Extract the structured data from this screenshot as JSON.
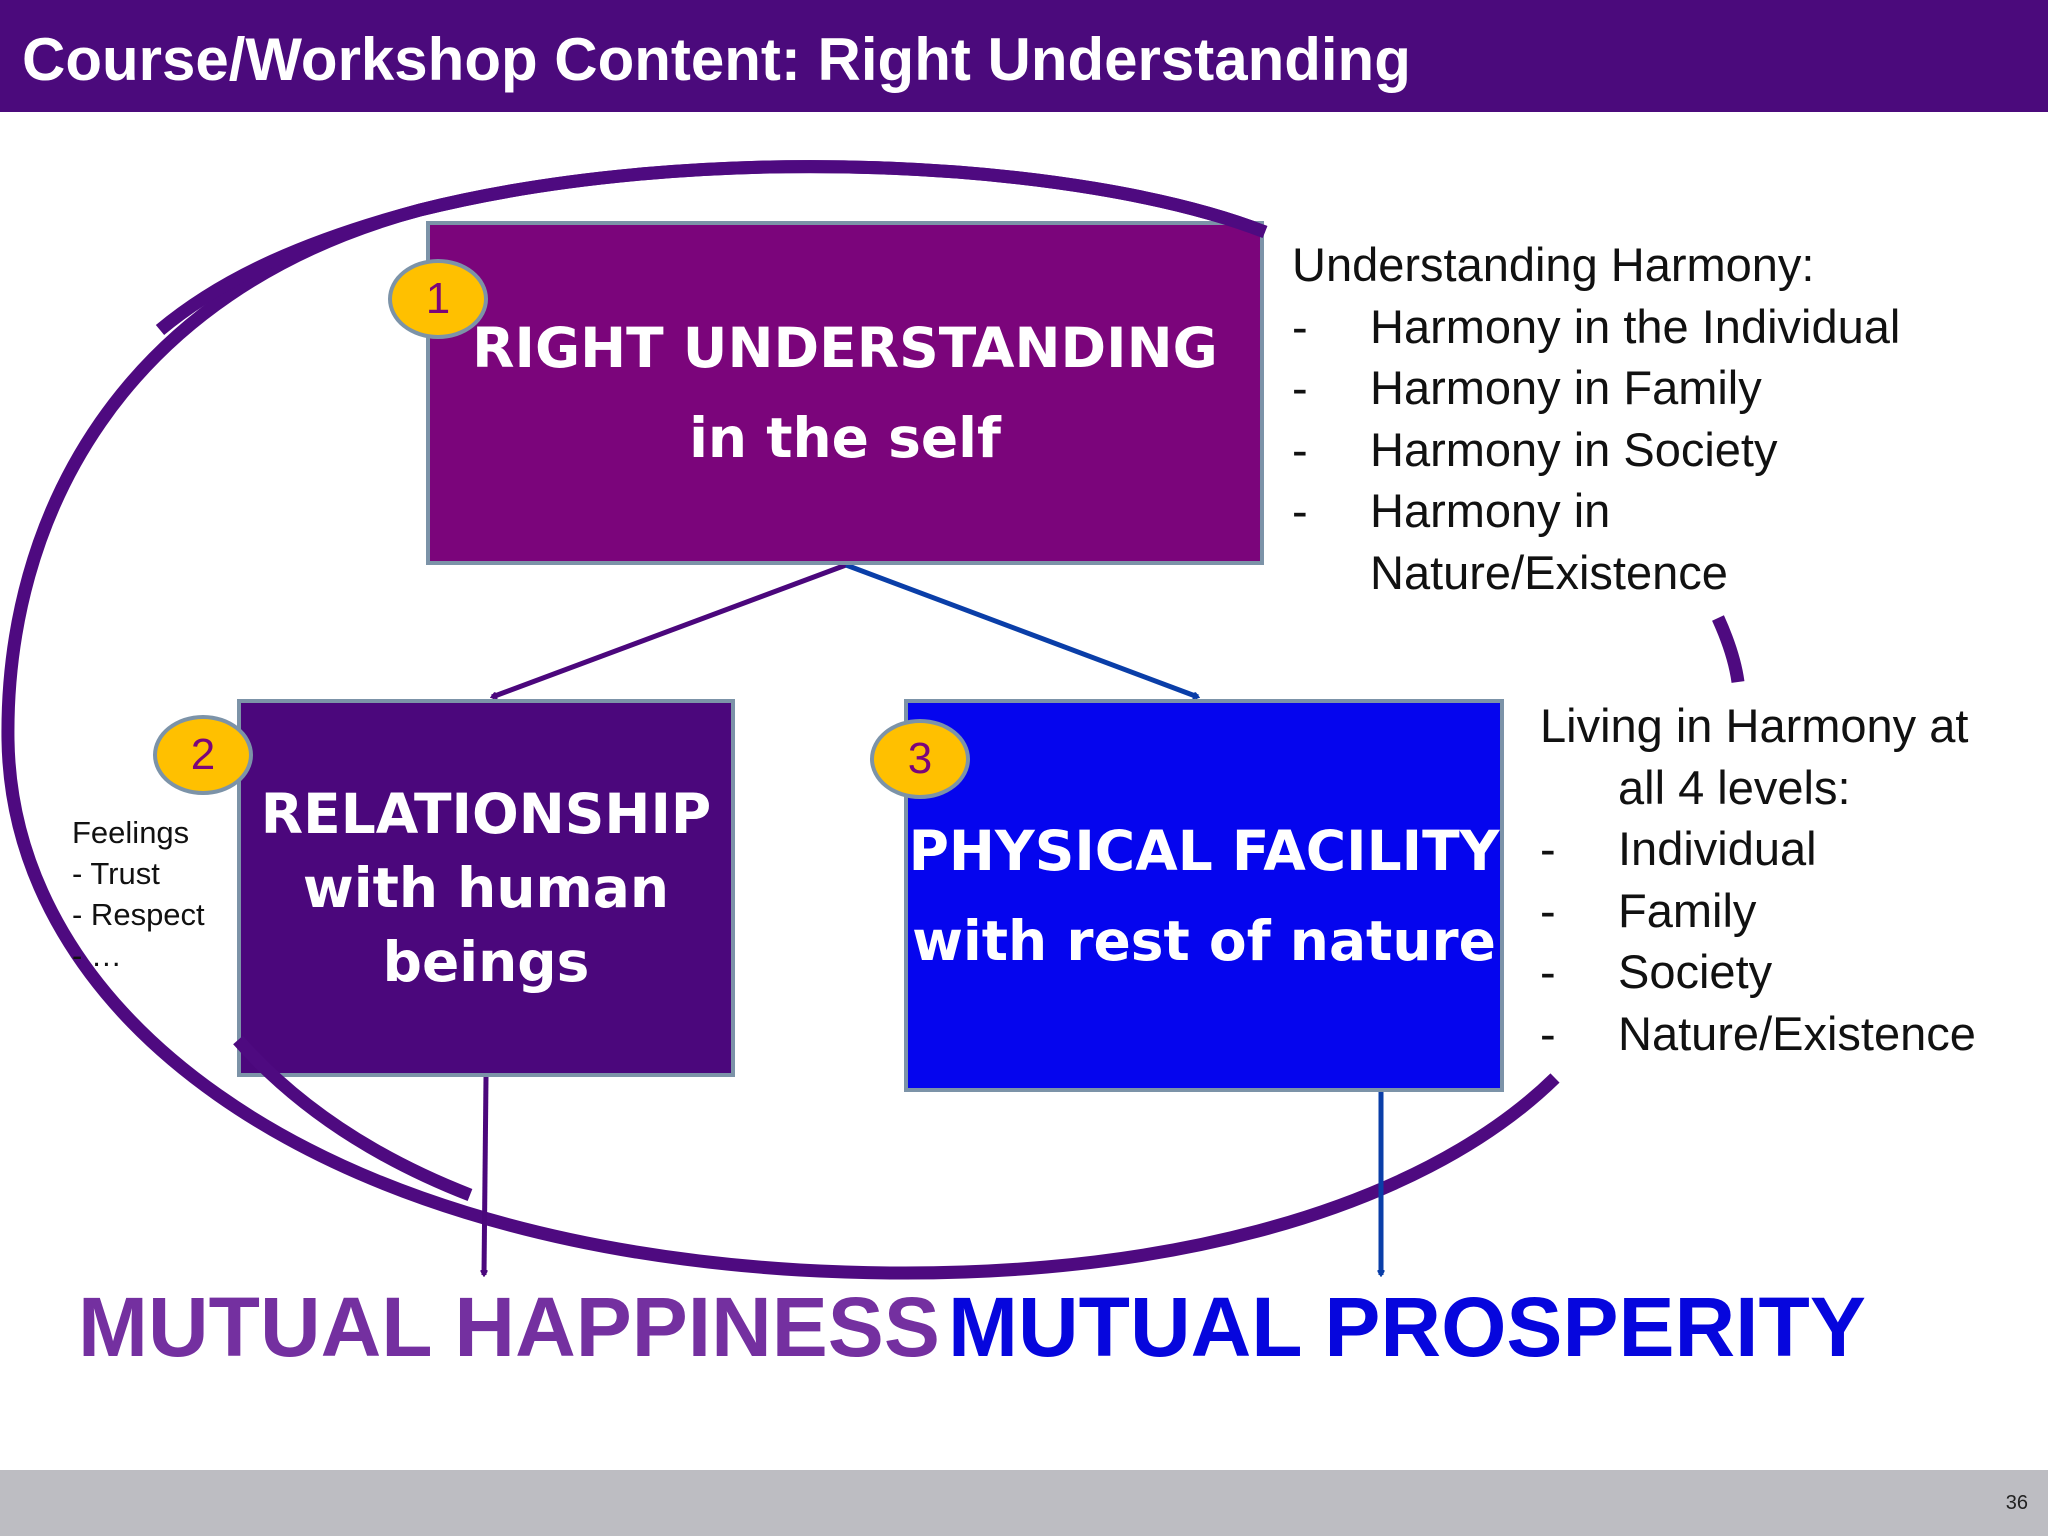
{
  "header": {
    "title": "Course/Workshop Content: Right Understanding"
  },
  "boxes": {
    "right_understanding": {
      "number": "1",
      "line1": "RIGHT UNDERSTANDING",
      "line2": "in the self"
    },
    "relationship": {
      "number": "2",
      "line1": "RELATIONSHIP",
      "line2": "with human",
      "line3": "beings"
    },
    "physical_facility": {
      "number": "3",
      "line1": "PHYSICAL FACILITY",
      "line2": "with rest of nature"
    }
  },
  "understanding_list": {
    "heading": "Understanding Harmony:",
    "items": [
      "Harmony in the Individual",
      "Harmony in  Family",
      "Harmony in  Society",
      "Harmony in"
    ],
    "continuation": "Nature/Existence"
  },
  "living_list": {
    "heading_line1": "Living in Harmony at",
    "heading_line2": "all 4 levels:",
    "items": [
      "Individual",
      "Family",
      "Society",
      "Nature/Existence"
    ]
  },
  "feelings": {
    "heading": "Feelings",
    "items": [
      "- Trust",
      "- Respect",
      "- …"
    ]
  },
  "outcomes": {
    "happiness": "MUTUAL HAPPINESS",
    "prosperity": "MUTUAL PROSPERITY"
  },
  "footer": {
    "page_number": "36"
  },
  "colors": {
    "title_bar": "#4b0a7c",
    "box1": "#7b057b",
    "box2": "#4b077c",
    "box3": "#0505ee",
    "badge": "#ffc000",
    "happiness_text": "#7430a0",
    "prosperity_text": "#0606dd",
    "ellipse_stroke": "#4e0a80"
  }
}
